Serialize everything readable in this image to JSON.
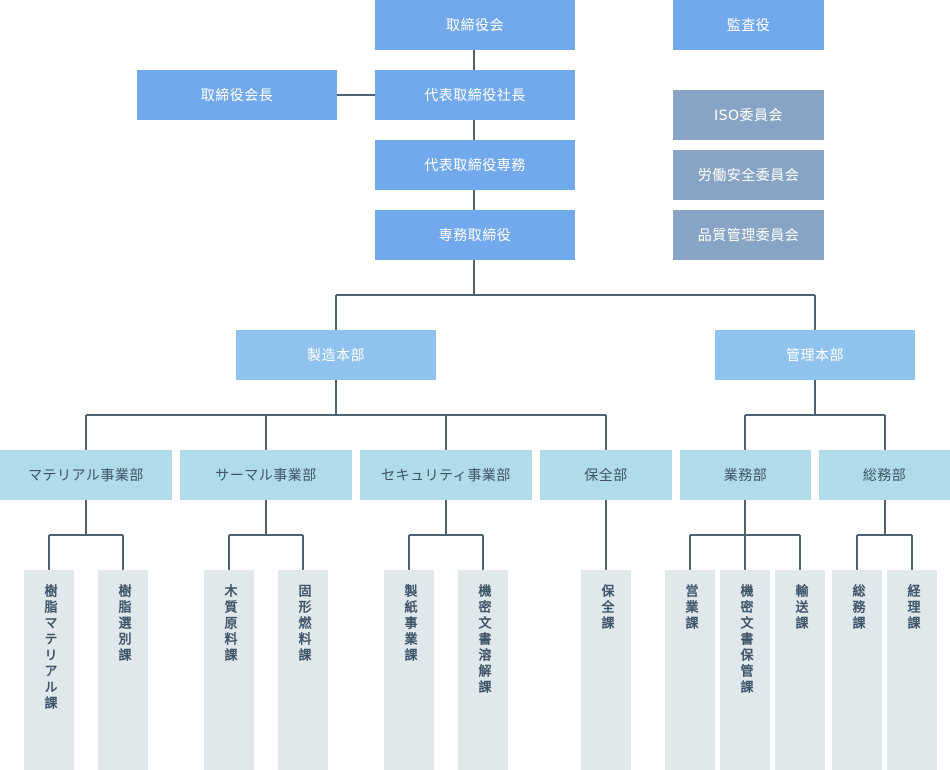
{
  "executives": {
    "board": "取締役会",
    "auditor": "監査役",
    "chairman": "取締役会長",
    "president": "代表取締役社長",
    "senior_md": "代表取締役専務",
    "md": "専務取締役"
  },
  "committees": [
    "ISO委員会",
    "労働安全委員会",
    "品質管理委員会"
  ],
  "headquarters": {
    "manufacturing": "製造本部",
    "management": "管理本部"
  },
  "departments": {
    "material": "マテリアル事業部",
    "thermal": "サーマル事業部",
    "security": "セキュリティ事業部",
    "maintenance": "保全部",
    "business": "業務部",
    "general": "総務部"
  },
  "sections": {
    "resin_material": "樹脂マテリアル課",
    "resin_sorting": "樹脂選別課",
    "wood_raw": "木質原料課",
    "solid_fuel": "固形燃料課",
    "papermaking": "製紙事業課",
    "doc_dissolve": "機密文書溶解課",
    "maintenance_sec": "保全課",
    "sales": "営業課",
    "doc_storage": "機密文書保管課",
    "transport": "輸送課",
    "general_affairs": "総務課",
    "accounting": "経理課"
  },
  "colors": {
    "executive": "#72a9ed",
    "committee": "#88a4c4",
    "headquarters": "#8fc2ed",
    "department": "#b0dbe8",
    "section": "#e1e8ec",
    "connector": "#4d6272"
  }
}
